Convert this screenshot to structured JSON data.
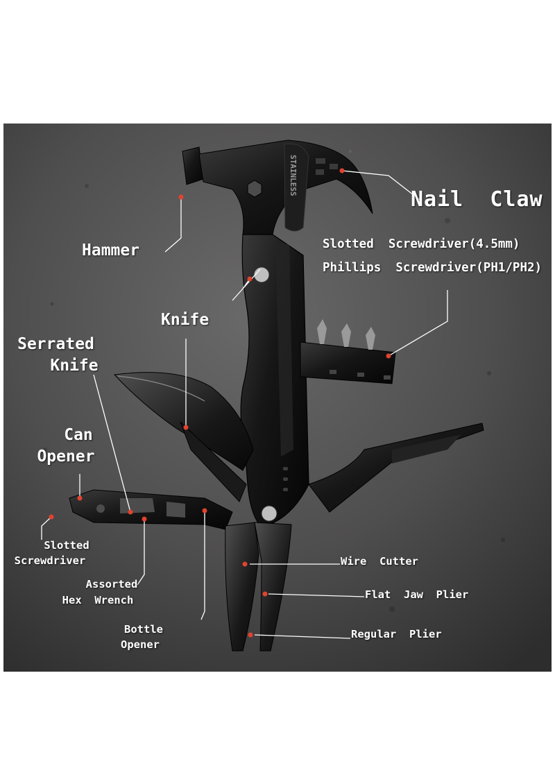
{
  "product": {
    "brand_stamp": "STAINLESS"
  },
  "colors": {
    "background": "#ffffff",
    "stone": "#4d4c4c",
    "tool_black": "#141414",
    "label_text": "#ffffff",
    "callout_dot": "#e0432f",
    "callout_line": "#ffffff"
  },
  "labels": {
    "nail_claw": "Nail  Claw",
    "hammer": "Hammer",
    "slotted_screwdriver_bits": "Slotted  Screwdriver(4.5mm)",
    "phillips_screwdriver_bits": "Phillips  Screwdriver(PH1/PH2)",
    "knife": "Knife",
    "serrated_knife_line1": "Serrated",
    "serrated_knife_line2": "Knife",
    "can_opener_line1": "Can",
    "can_opener_line2": "Opener",
    "slotted_screwdriver_line1": "Slotted",
    "slotted_screwdriver_line2": "Screwdriver",
    "assorted_hex_wrench_line1": "Assorted",
    "assorted_hex_wrench_line2": "Hex  Wrench",
    "bottle_opener_line1": "Bottle",
    "bottle_opener_line2": "Opener",
    "wire_cutter": "Wire  Cutter",
    "flat_jaw_plier": "Flat  Jaw  Plier",
    "regular_plier": "Regular  Plier"
  }
}
